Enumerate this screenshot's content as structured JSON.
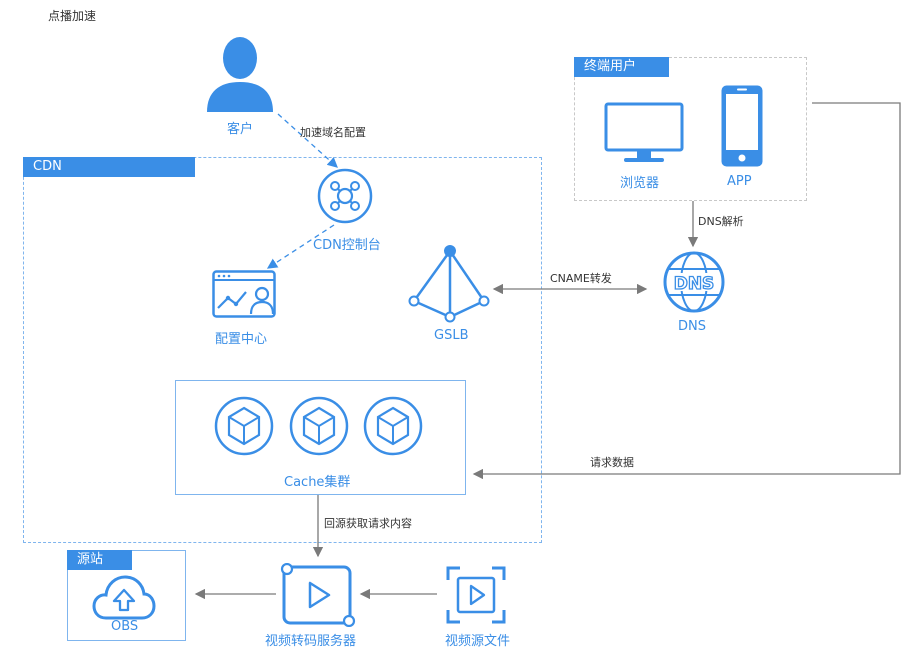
{
  "page_title": "点播加速",
  "colors": {
    "accent": "#3a8ee6",
    "line": "#888888",
    "border": "#7fb5ee"
  },
  "nodes": {
    "customer": "客户",
    "cdn": "CDN",
    "cdn_console": "CDN控制台",
    "config_center": "配置中心",
    "gslb": "GSLB",
    "cache_cluster": "Cache集群",
    "end_users": "终端用户",
    "browser": "浏览器",
    "app": "APP",
    "dns": "DNS",
    "origin": "源站",
    "obs": "OBS",
    "transcode_server": "视频转码服务器",
    "video_source": "视频源文件"
  },
  "edges": {
    "domain_config": "加速域名配置",
    "dns_resolve": "DNS解析",
    "cname_forward": "CNAME转发",
    "request_data": "请求数据",
    "back_to_origin": "回源获取请求内容"
  },
  "icons": {
    "customer": "user-icon",
    "cdn_console": "network-hub-icon",
    "config_center": "dashboard-icon",
    "gslb": "load-balancer-icon",
    "cache": "cube-icon",
    "browser": "monitor-icon",
    "app": "mobile-phone-icon",
    "dns": "dns-globe-icon",
    "obs": "cloud-upload-icon",
    "transcode": "video-play-icon",
    "video_source": "video-file-icon"
  }
}
